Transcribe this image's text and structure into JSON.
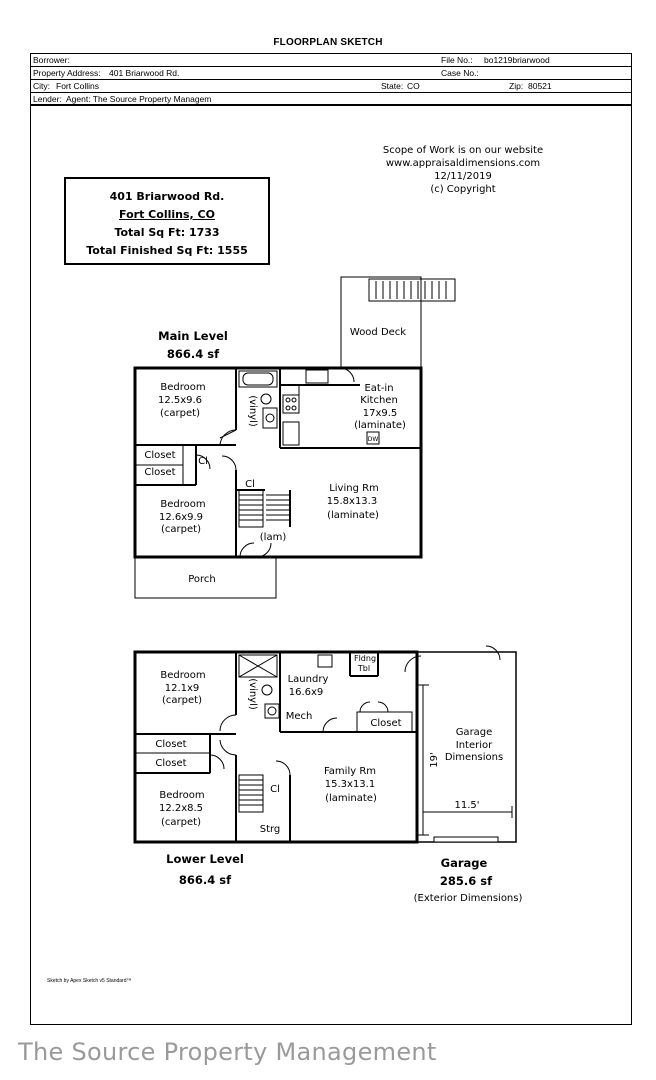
{
  "sheet": {
    "title": "FLOORPLAN SKETCH"
  },
  "header": {
    "borrower_label": "Borrower:",
    "borrower_value": "",
    "file_no_label": "File No.:",
    "file_no_value": "bo1219briarwood",
    "property_address_label": "Property Address:",
    "property_address_value": "401 Briarwood Rd.",
    "case_no_label": "Case No.:",
    "case_no_value": "",
    "city_label": "City:",
    "city_value": "Fort Collins",
    "state_label": "State:",
    "state_value": "CO",
    "zip_label": "Zip:",
    "zip_value": "80521",
    "lender_label": "Lender:",
    "lender_value": "Agent:  The Source Property Managem"
  },
  "address_box": {
    "street": "401 Briarwood Rd.",
    "city": "Fort Collins, CO",
    "total_sq_ft": "Total Sq Ft:  1733",
    "total_finished_sq_ft": "Total Finished Sq Ft:  1555"
  },
  "scope": {
    "line1": "Scope of Work is on our website",
    "line2": "www.appraisaldimensions.com",
    "line3": "12/11/2019",
    "line4": "(c) Copyright"
  },
  "main_level": {
    "title": "Main Level",
    "area": "866.4 sf",
    "wood_deck": "Wood Deck",
    "bedroom1": {
      "name": "Bedroom",
      "size": "12.5x9.6",
      "floor": "(carpet)"
    },
    "vinyl": "(vinyl)",
    "kitchen": {
      "name1": "Eat-in",
      "name2": "Kitchen",
      "size": "17x9.5",
      "floor": "(laminate)"
    },
    "dw": "DW",
    "closet1": "Closet",
    "closet2": "Closet",
    "cl1": "Cl",
    "cl2": "Cl",
    "bedroom2": {
      "name": "Bedroom",
      "size": "12.6x9.9",
      "floor": "(carpet)"
    },
    "living": {
      "name": "Living Rm",
      "size": "15.8x13.3",
      "floor": "(laminate)"
    },
    "lam": "(lam)",
    "porch": "Porch"
  },
  "lower_level": {
    "title": "Lower Level",
    "area": "866.4 sf",
    "bedroom1": {
      "name": "Bedroom",
      "size": "12.1x9",
      "floor": "(carpet)"
    },
    "vinyl": "(vinyl)",
    "laundry": {
      "name": "Laundry",
      "size": "16.6x9"
    },
    "fldng1": "Fldng",
    "fldng2": "Tbl",
    "mech": "Mech",
    "closet_laundry": "Closet",
    "closet1": "Closet",
    "closet2": "Closet",
    "family": {
      "name": "Family Rm",
      "size": "15.3x13.1",
      "floor": "(laminate)"
    },
    "cl": "Cl",
    "strg": "Strg",
    "bedroom2": {
      "name": "Bedroom",
      "size": "12.2x8.5",
      "floor": "(carpet)"
    }
  },
  "garage": {
    "title": "Garage",
    "area": "285.6 sf",
    "note": "(Exterior Dimensions)",
    "interior1": "Garage",
    "interior2": "Interior",
    "interior3": "Dimensions",
    "dim_vertical": "19'",
    "dim_horizontal": "11.5'"
  },
  "footer": {
    "sketch_note": "Sketch by Apex Sketch v5 Standard™",
    "watermark": "The Source Property Management"
  }
}
